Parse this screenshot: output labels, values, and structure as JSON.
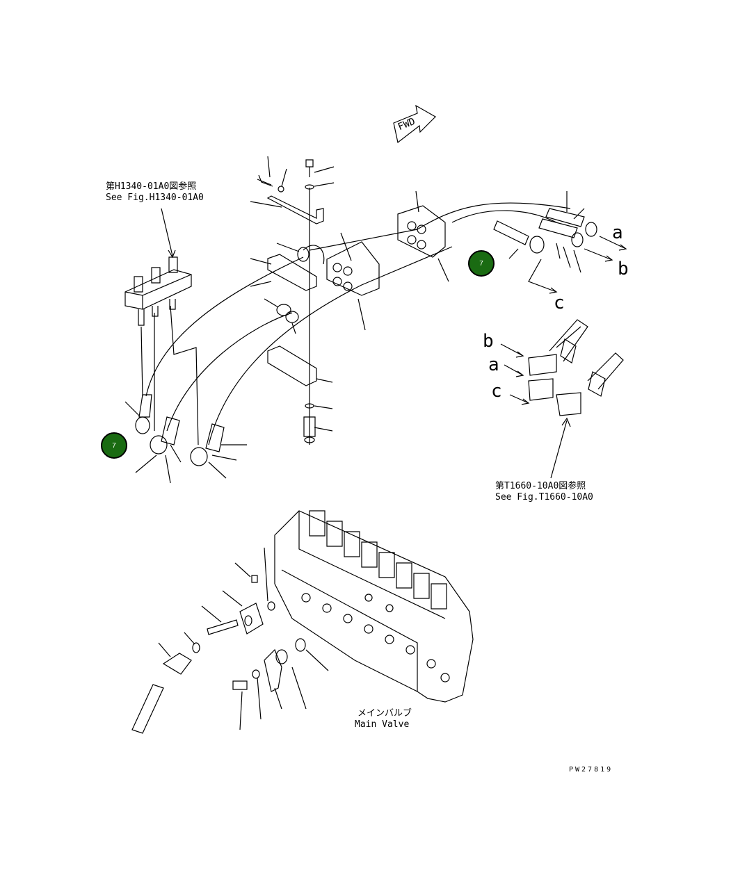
{
  "annotations": {
    "ref_h1340_jp": "第H1340-01A0図参照",
    "ref_h1340_en": "See Fig.H1340-01A0",
    "ref_t1660_jp": "第T1660-10A0図参照",
    "ref_t1660_en": "See Fig.T1660-10A0",
    "main_valve_jp": "メインバルブ",
    "main_valve_en": "Main Valve",
    "fwd": "FWD",
    "drawing_code": "PW27819"
  },
  "connection_labels": {
    "upper_a": "a",
    "upper_b": "b",
    "upper_c": "c",
    "lower_b": "b",
    "lower_a": "a",
    "lower_c": "c"
  },
  "markers": [
    {
      "number": "7",
      "color": "#1a6b12"
    },
    {
      "number": "7",
      "color": "#1a6b12"
    }
  ]
}
